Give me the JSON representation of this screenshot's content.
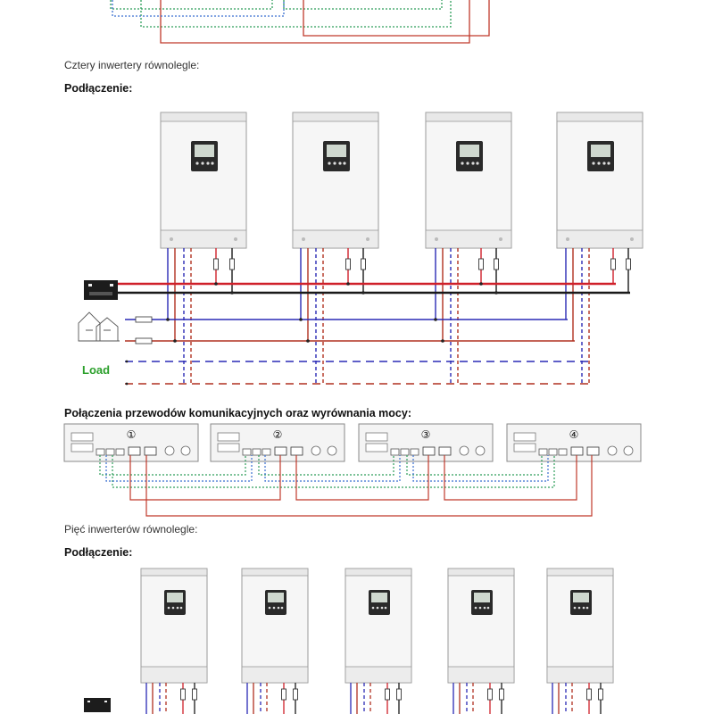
{
  "section_four": {
    "title": "Cztery inwertery równolegle:",
    "connection_label": "Podłączenie:",
    "load_label": "Load",
    "comm_label": "Połączenia przewodów komunikacyjnych oraz wyrównania mocy:",
    "unit_numbers": [
      "①",
      "②",
      "③",
      "④"
    ]
  },
  "section_five": {
    "title": "Pięć inwerterów równolegle:",
    "connection_label": "Podłączenie:"
  },
  "colors": {
    "positive_wire": "#d0202a",
    "negative_wire": "#1a1a1a",
    "ac_line_wire": "#2a2ab5",
    "ac_neutral_wire": "#b03020",
    "comm_green": "#2e9e5a",
    "comm_blue": "#3a6fd0",
    "share_red": "#c0392b"
  }
}
